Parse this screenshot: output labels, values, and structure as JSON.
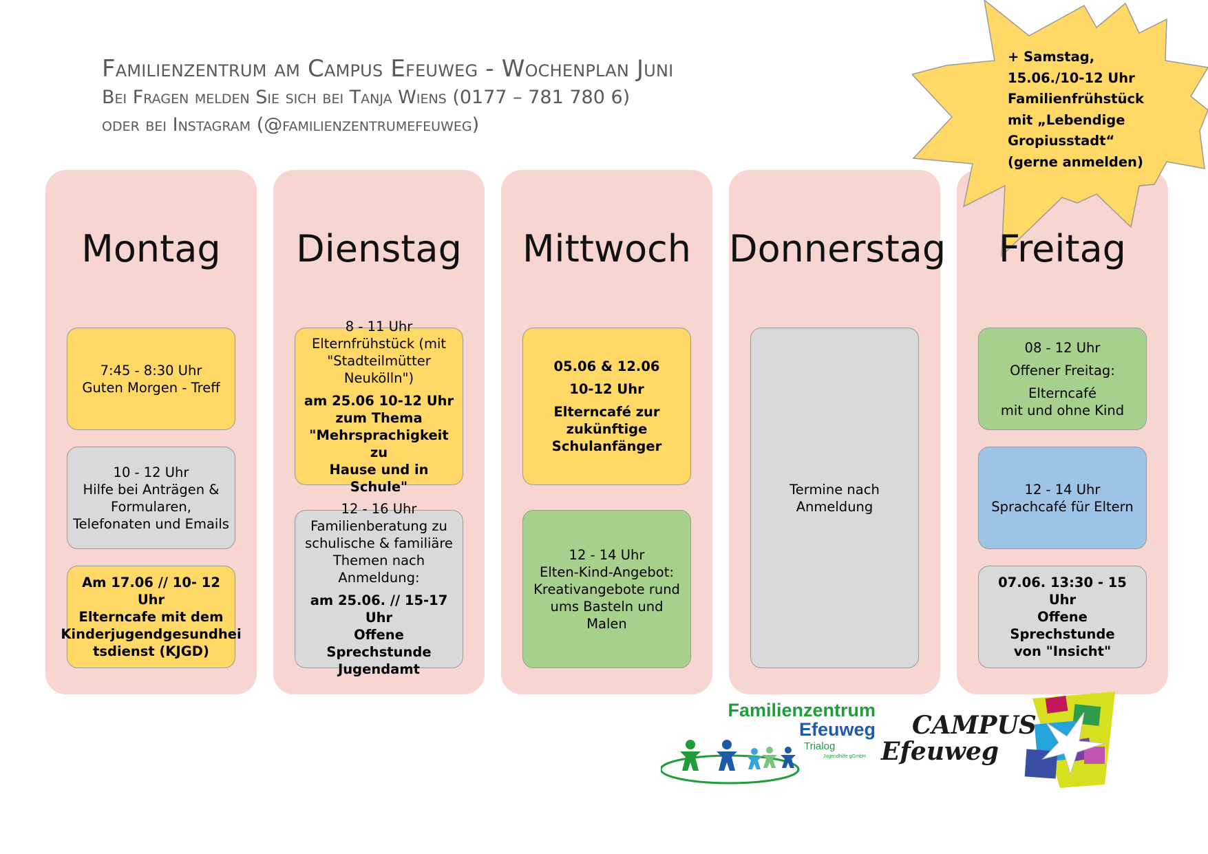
{
  "header": {
    "line1": "Familienzentrum am Campus Efeuweg - Wochenplan Juni",
    "line2": "Bei Fragen melden Sie sich bei Tanja Wiens (0177 – 781 780 6)",
    "line3": "oder bei Instagram (@familienzentrumefeuweg)"
  },
  "star": {
    "lines": [
      "+ Samstag,",
      "15.06./10-12 Uhr",
      "Familienfrühstück",
      "mit „Lebendige",
      "Gropiusstadt“",
      "(gerne anmelden)"
    ],
    "color": "#ffd866"
  },
  "days": {
    "montag": {
      "title": "Montag",
      "box1": [
        "7:45 - 8:30 Uhr",
        "Guten Morgen - Treff"
      ],
      "box2": [
        "10 - 12 Uhr",
        "Hilfe bei Anträgen &",
        "Formularen,",
        "Telefonaten und Emails"
      ],
      "box3": [
        "Am 17.06 // 10- 12 Uhr",
        "Elterncafe mit dem",
        "Kinderjugendgesundhei",
        "tsdienst (KJGD)"
      ]
    },
    "dienstag": {
      "title": "Dienstag",
      "box1_normal": [
        "8 - 11 Uhr",
        "Elternfrühstück (mit",
        "\"Stadteilmütter",
        "Neukölln\")"
      ],
      "box1_bold": [
        "am 25.06 10-12 Uhr",
        "zum Thema",
        "\"Mehrsprachigkeit zu",
        "Hause und in Schule\""
      ],
      "box2_normal": [
        "12 - 16 Uhr",
        "Familienberatung zu",
        "schulische & familiäre",
        "Themen nach",
        "Anmeldung:"
      ],
      "box2_bold": [
        "am 25.06. // 15-17 Uhr",
        "Offene Sprechstunde",
        "Jugendamt"
      ]
    },
    "mittwoch": {
      "title": "Mittwoch",
      "box1": [
        "05.06 & 12.06",
        "10-12 Uhr",
        "Elterncafé zur",
        "zukünftige",
        "Schulanfänger"
      ],
      "box2": [
        "12 - 14 Uhr",
        "Elten-Kind-Angebot:",
        "Kreativangebote rund",
        "ums Basteln und Malen"
      ]
    },
    "donnerstag": {
      "title": "Donnerstag",
      "box1": [
        "Termine nach",
        "Anmeldung"
      ]
    },
    "freitag": {
      "title": "Freitag",
      "box1": [
        "08 - 12 Uhr",
        "Offener Freitag:",
        "Elterncafé",
        "mit und ohne Kind"
      ],
      "box2": [
        "12 - 14 Uhr",
        "Sprachcafé für Eltern"
      ],
      "box3": [
        "07.06. 13:30 - 15 Uhr",
        "Offene Sprechstunde",
        "von \"Insicht\""
      ]
    }
  },
  "logos": {
    "familienzentrum": {
      "line1": "Familienzentrum",
      "line2": "Efeuweg",
      "line3": "Trialog",
      "line4": "Jugendhilfe gGmbH"
    },
    "campus": {
      "line1": "CAMPUS",
      "line2": "Efeuweg"
    }
  },
  "colors": {
    "column_bg": "#f7d5d0",
    "yellow": "#ffd866",
    "grey": "#d9d9d9",
    "green": "#a8d08d",
    "blue": "#9dc3e6"
  }
}
